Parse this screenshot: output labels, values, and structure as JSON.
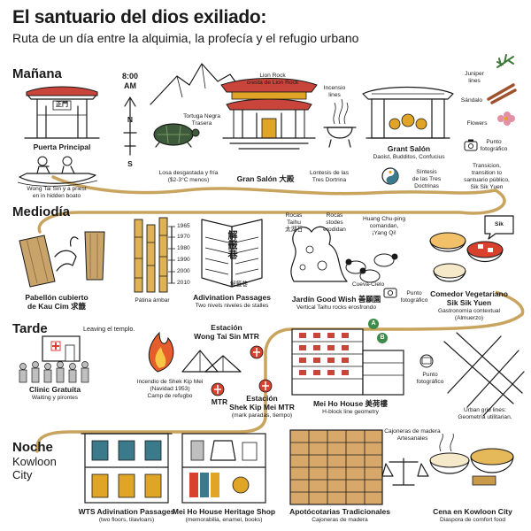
{
  "title": "El santuario del dios exiliado:",
  "subtitle": "Ruta de un día entre la alquimia, la profecía y el refugio urbano",
  "sections": {
    "morning": "Mañana",
    "midday": "Mediodía",
    "afternoon": "Tarde",
    "night": "Noche",
    "night_sub1": "Kowloon",
    "night_sub2": "City"
  },
  "morning": {
    "time": "8:00",
    "time_am": "AM",
    "compass_n": "N",
    "compass_s": "S",
    "gate_sign": "正門",
    "gate": "Puerta Principal",
    "boat_l1": "Wong Tai Sin y a priest",
    "boat_l2": "en in hidden boato",
    "lion_rock_l1": "Lion Rock",
    "lion_rock_l2": "cresta de Lion Rock",
    "turtle_l1": "Tortuga Negra",
    "turtle_l2": "Trasera",
    "slab_l1": "Losa desgastada y fría",
    "slab_l2": "($2-3°C menos)",
    "great_hall": "Gran Salón 大殿",
    "incense_l1": "Incensio",
    "incense_l2": "lines",
    "lontesis_l1": "Lontesis de las",
    "lontesis_l2": "Tres Dortrina",
    "grand_hall": "Grant Salón",
    "grand_hall_sub": "Daoist, Budditos, Confucius",
    "synthesis_l1": "Síntesis",
    "synthesis_l2": "de las Tres",
    "synthesis_l3": "Doctrinas",
    "juniper_l1": "Juniper",
    "juniper_l2": "lines",
    "sandalo": "Sándalo",
    "flowers": "Flowers",
    "photo1_l1": "Punto",
    "photo1_l2": "fotográfico",
    "transition_l1": "Transicion,",
    "transition_l2": "transition to",
    "transition_l3": "santuario público,",
    "transition_l4": "Sik Sik Yuen"
  },
  "midday": {
    "years": [
      "1965",
      "1970",
      "1980",
      "1990",
      "2000",
      "2010"
    ],
    "pavilion_l1": "Pabellón cubierto",
    "pavilion_l2": "de Kau Cim 求籤",
    "patina": "Pátina ámbar",
    "divination_sign": "解籤巷",
    "divination_sign_small": "解籤巷",
    "divination": "Adivination Passages",
    "divination_sub": "Two nivels niveles de stalles",
    "rocks1_l1": "Rocas",
    "rocks1_l2": "Taihu",
    "rocks1_l3": "太湖石",
    "rocks2_l1": "Rocas",
    "rocks2_l2": "stodes",
    "rocks2_l3": "erodidan",
    "huang_l1": "Huang Chu-ping",
    "huang_l2": "comandan,",
    "huang_l3": "¡Yang Qi!",
    "cueva": "Cueva-Cielo",
    "photo2_l1": "Punto",
    "photo2_l2": "fotográfico",
    "garden": "Jardín Good Wish 善願園",
    "garden_sub": "Vertical Taihu rocks erosfrondo",
    "bubble": "Sik",
    "veg_l1": "Comedor Vegetariano",
    "veg_l2": "Sik Sik Yuen",
    "veg_sub1": "Gastronomía contextual",
    "veg_sub2": "(Almuerzo)"
  },
  "afternoon": {
    "leaving": "Leaving el templo.",
    "clinic": "Clinic Gratuita",
    "clinic_sub": "Waiting y pirontes",
    "fire_l1": "Incendio de Shek Kip Mei",
    "fire_l2": "(Navidad 1953)",
    "fire_l3": "Camp de refugbo",
    "mtr_top_l1": "Estación",
    "mtr_top_l2": "Wong Tai Sin MTR",
    "mtr": "MTR",
    "mtr_bottom_l1": "Estación",
    "mtr_bottom_l2": "Shek Kip Mei MTR",
    "mtr_bottom_l3": "(mark paradas, tiempo)",
    "exit_a": "A",
    "exit_b": "B",
    "house": "Mei Ho House 美荷樓",
    "house_sub": "H-block line geometry",
    "photo3_l1": "Punto",
    "photo3_l2": "fotográfico",
    "grid_l1": "Urban grid lines:",
    "grid_l2": "Geometría utilitarian."
  },
  "night": {
    "wts": "WTS Adivination Passages",
    "wts_sub": "(two floors, tilavloars)",
    "shop": "Mei Ho House Heritage Shop",
    "shop_sub": "(memorabilia, enamel, books)",
    "cabinet_l1": "Cajoneras de madera",
    "cabinet_l2": "Artesanales",
    "apothecary": "Apotócotarias Tradicionales",
    "apothecary_sub": "Cajoneras de madera",
    "dinner": "Cena en Kowloon City",
    "dinner_sub": "Diaspora de comfort food"
  },
  "colors": {
    "ink": "#1a1a1a",
    "route": "#c8a45f",
    "red": "#d9412f",
    "gold": "#e0a526",
    "roof": "#c9443a"
  }
}
